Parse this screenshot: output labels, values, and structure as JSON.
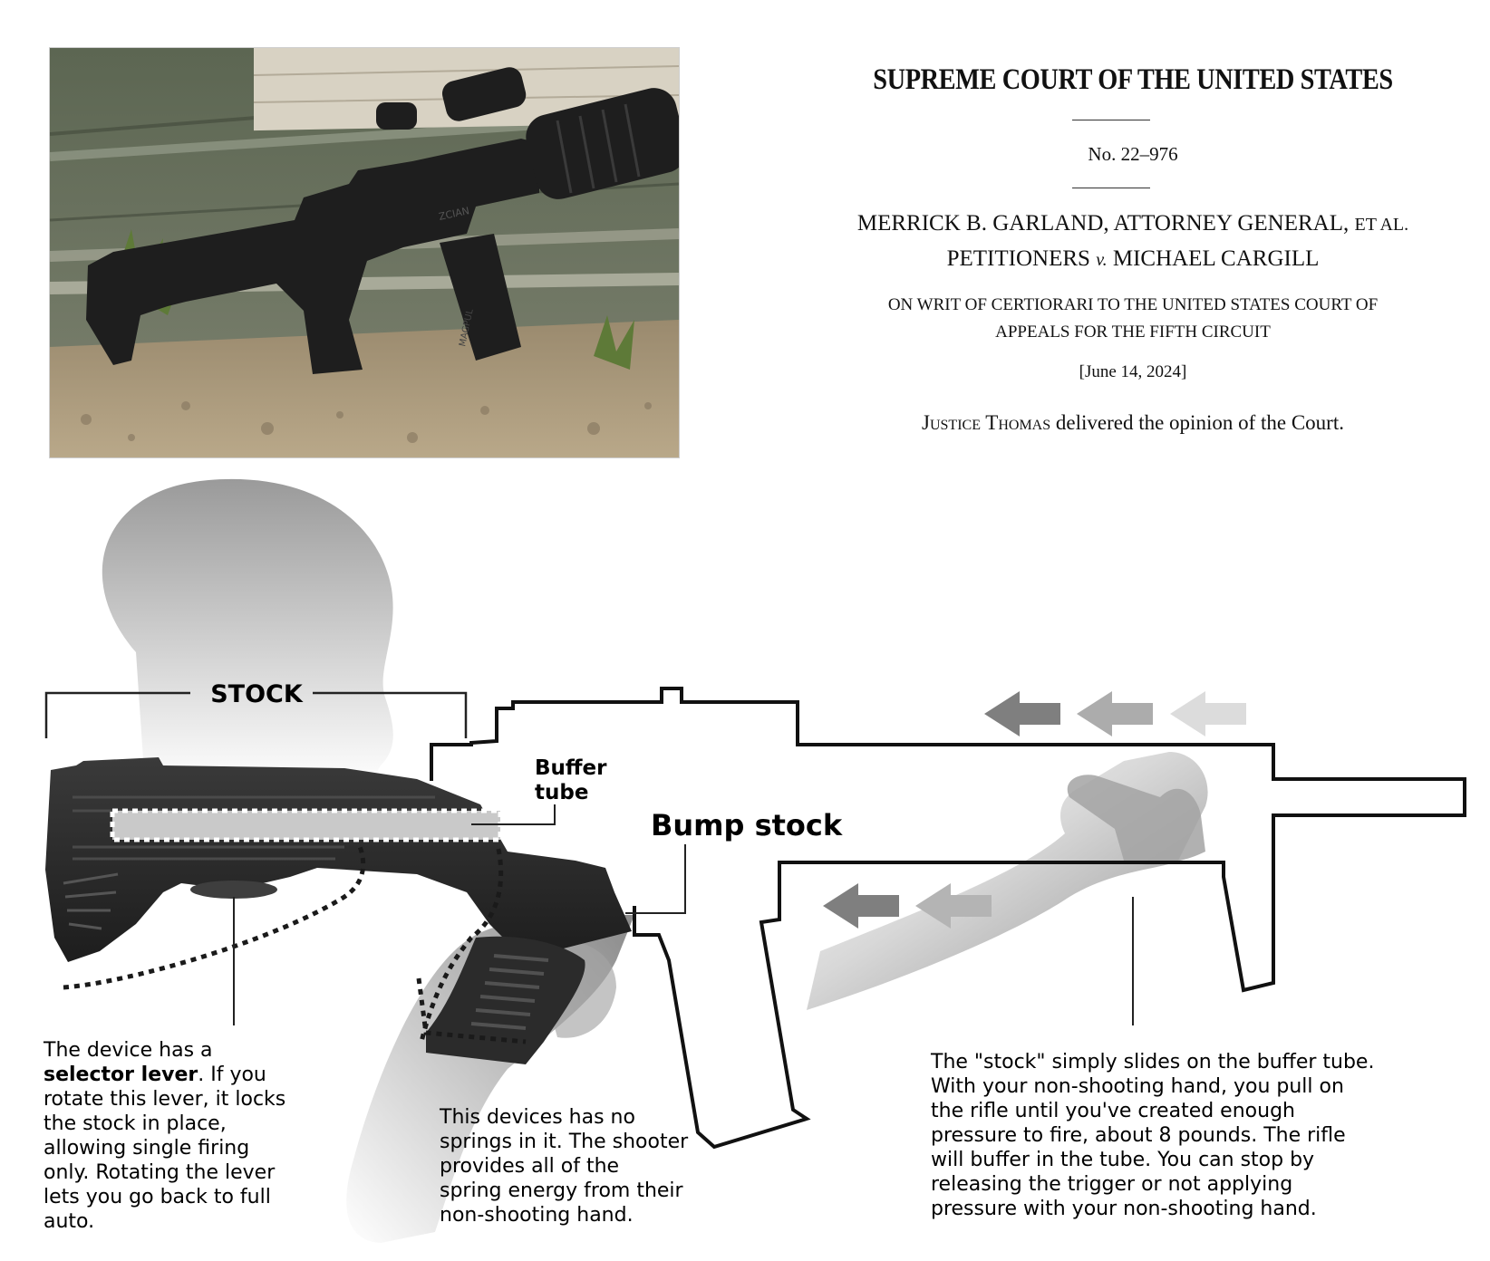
{
  "opinion": {
    "court": "SUPREME COURT OF THE UNITED STATES",
    "case_number": "No. 22–976",
    "parties_line1": "MERRICK B. GARLAND, ATTORNEY GENERAL,",
    "parties_etal": "ET AL.",
    "parties_line2a": "PETITIONERS",
    "parties_v": "v.",
    "parties_line2b": "MICHAEL CARGILL",
    "writ_line1": "ON WRIT OF CERTIORARI TO THE UNITED STATES COURT OF",
    "writ_line2": "APPEALS FOR THE FIFTH CIRCUIT",
    "date": "[June 14, 2024]",
    "justice": "Justice Thomas",
    "delivered": " delivered the opinion of the Court."
  },
  "photo": {
    "magazine_marking": "MAGPUL",
    "lower_marking": "ZCIAN"
  },
  "diagram": {
    "stock_label": "STOCK",
    "buffer_label_1": "Buffer",
    "buffer_label_2": "tube",
    "bump_label": "Bump stock",
    "selector_caption": {
      "line1": "The device has a",
      "line2_bold": "selector lever",
      "line2_rest": ". If you",
      "line3": "rotate this lever, it locks",
      "line4": "the stock in place,",
      "line5": "allowing single firing",
      "line6": "only. Rotating the lever",
      "line7": "lets you go back to full",
      "line8": "auto."
    },
    "springs_caption": [
      "This devices has no",
      "springs in it. The shooter",
      "provides all of the",
      "spring energy from their",
      "non-shooting hand."
    ],
    "slide_caption": [
      "The \"stock\" simply slides on the buffer tube.",
      "With your non-shooting hand, you pull on",
      "the rifle until you've created enough",
      "pressure to fire, about 8 pounds. The rifle",
      "will buffer in the tube. You can stop by",
      "releasing the trigger or not applying",
      "pressure with your non-shooting hand."
    ],
    "colors": {
      "arrow_dark": "#7f7f7f",
      "arrow_mid": "#acacac",
      "arrow_light": "#dcdcdc",
      "stock_black": "#2a2a2a",
      "outline": "#111111"
    }
  }
}
